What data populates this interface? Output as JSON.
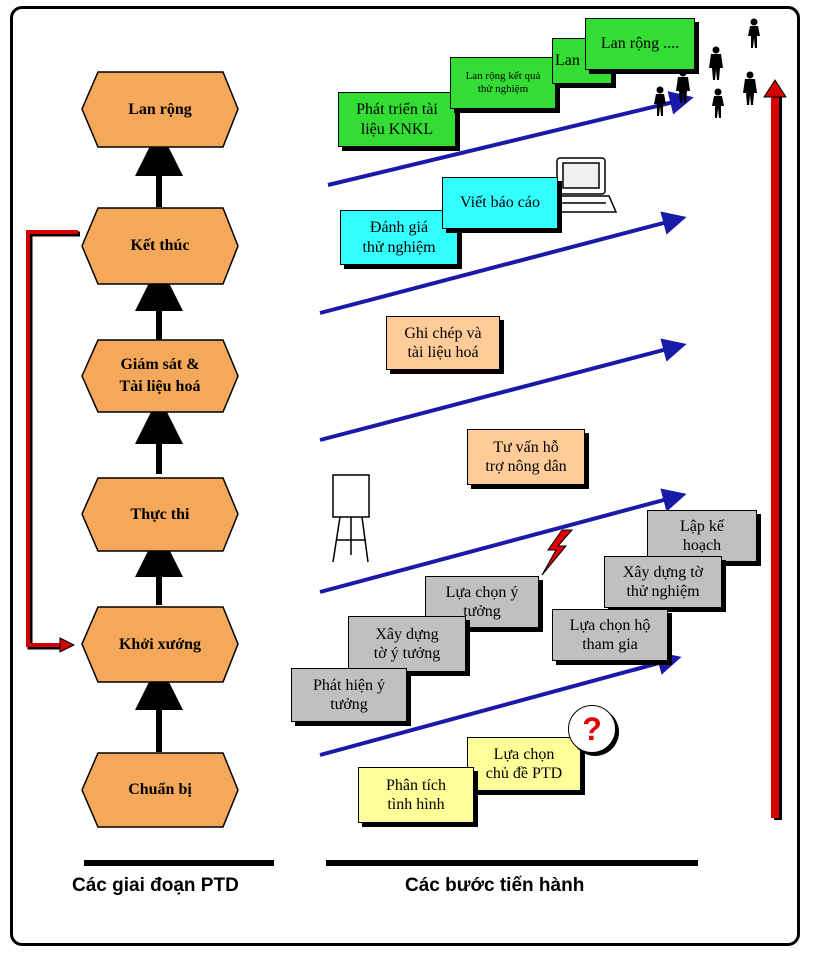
{
  "stages": [
    {
      "label": "Lan rộng"
    },
    {
      "label": "Kết thúc"
    },
    {
      "label": "Giám sát &\nTài liệu hoá"
    },
    {
      "label": "Thực thi"
    },
    {
      "label": "Khởi xướng"
    },
    {
      "label": "Chuẩn bị"
    }
  ],
  "step_boxes": {
    "phat_trien_tai_lieu": "Phát triển tài\nliệu KNKL",
    "lan_rong_ket_qua": "Lan rộng kết quả\nthử nghiệm",
    "lan_partial": "Lan",
    "lan_rong_dots": "Lan rộng ....",
    "danh_gia": "Đánh giá\nthử nghiệm",
    "viet_bao_cao": "Viết báo cáo",
    "ghi_chep": "Ghi chép và\ntài liệu hoá",
    "tu_van": "Tư vấn hỗ\ntrợ nông dân",
    "lap_ke_hoach": "Lập kế\nhoạch",
    "xay_dung_to_thu_nghiem": "Xây dựng tờ\nthử nghiệm",
    "lua_chon_ho": "Lựa chọn hộ\ntham gia",
    "lua_chon_y_tuong": "Lựa chọn ý\ntưởng",
    "xay_dung_to_y_tuong": "Xây dựng\ntờ ý tưởng",
    "phat_hien_y_tuong": "Phát hiện ý\ntưởng",
    "lua_chon_chu_de": "Lựa chọn\nchủ đề PTD",
    "phan_tich": "Phân tích\ntình hình"
  },
  "question_mark": "?",
  "captions": {
    "left": "Các giai đoạn PTD",
    "right": "Các bước tiến hành"
  },
  "colors": {
    "hex_fill": "#f5a85a",
    "green": "#33dd33",
    "cyan": "#33ffff",
    "peach": "#ffcc99",
    "gray": "#c0c0c0",
    "yellow": "#ffff99",
    "blue_arrow": "#1a1aa8",
    "red_arrow": "#d40000"
  },
  "icons": [
    "computer-icon",
    "flipchart-icon",
    "lightning-icon",
    "person-icon"
  ]
}
